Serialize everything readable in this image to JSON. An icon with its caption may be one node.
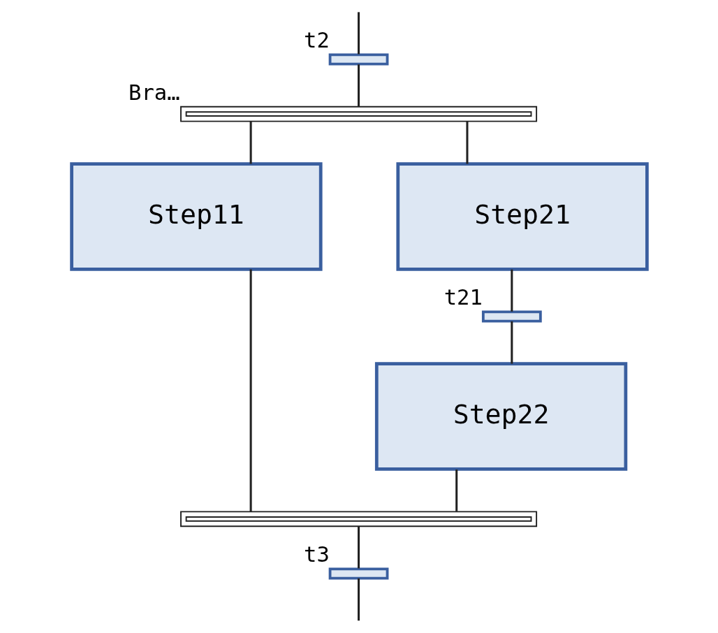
{
  "diagram": {
    "nodes": [
      {
        "text": [],
        "shape": "bar",
        "beside": [
          "t2"
        ]
      },
      {
        "text": [],
        "shape": "bar",
        "beside": [
          "Bra…"
        ]
      },
      {
        "text": [
          "Step11"
        ]
      },
      {
        "text": [
          "Step21"
        ]
      },
      {
        "text": [],
        "shape": "bar",
        "beside": [
          "t21"
        ]
      },
      {
        "text": [
          "Step22"
        ]
      },
      {
        "text": [],
        "shape": "bar"
      },
      {
        "text": [],
        "shape": "bar",
        "beside": [
          "t3"
        ]
      }
    ],
    "edges": [
      {
        "from": null,
        "to": 0,
        "arrow": "none"
      },
      {
        "from": 0,
        "to": 1,
        "arrow": "none"
      },
      {
        "from": 1,
        "to": 2,
        "arrow": "none"
      },
      {
        "from": 1,
        "to": 3,
        "arrow": "none"
      },
      {
        "from": 3,
        "to": 4,
        "arrow": "none"
      },
      {
        "from": 4,
        "to": 5,
        "arrow": "none"
      },
      {
        "from": 2,
        "to": 6,
        "arrow": "none"
      },
      {
        "from": 5,
        "to": 6,
        "arrow": "none"
      },
      {
        "from": 6,
        "to": 7,
        "arrow": "none"
      },
      {
        "from": 7,
        "to": null,
        "arrow": "none"
      }
    ]
  }
}
